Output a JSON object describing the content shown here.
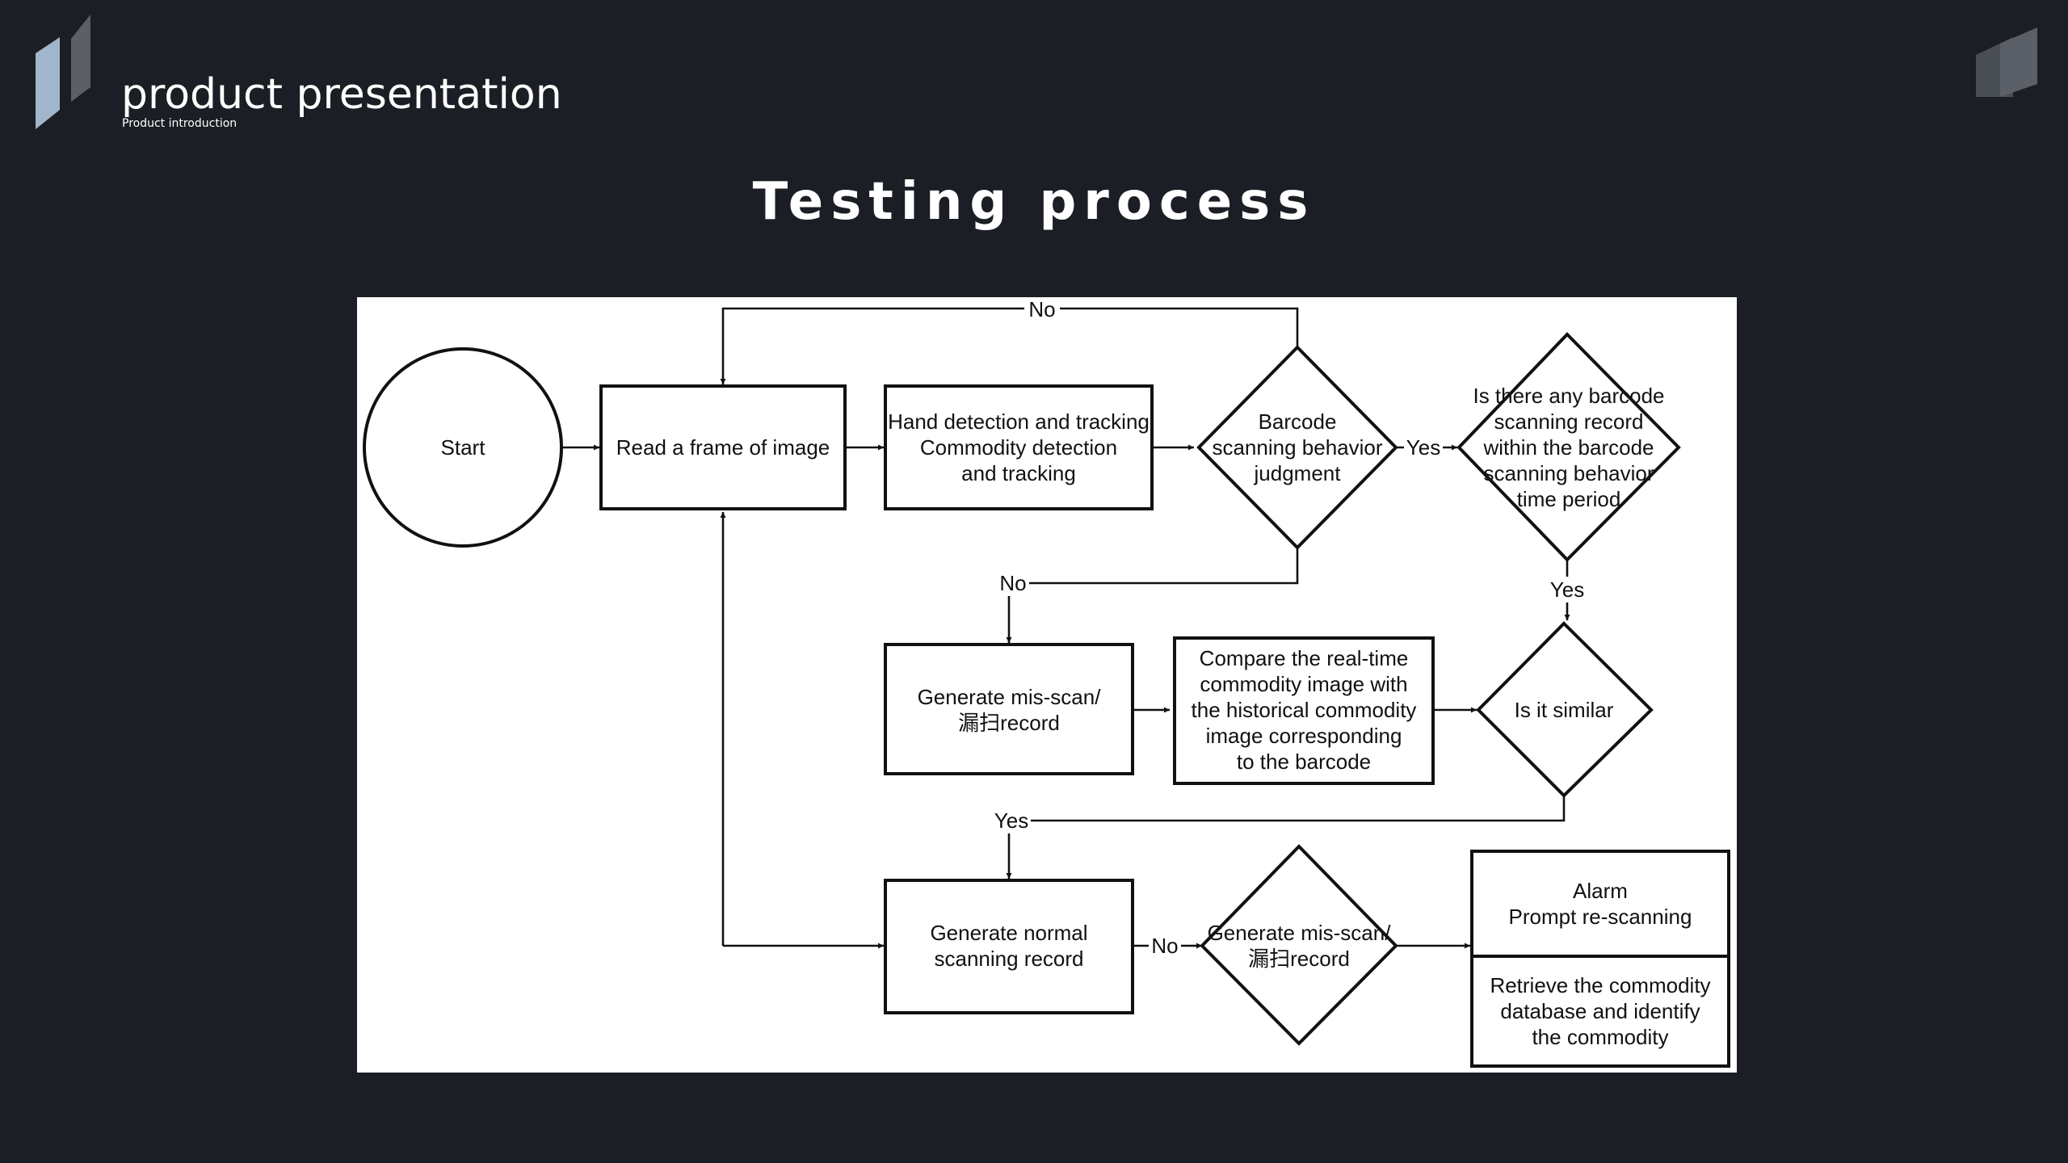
{
  "header": {
    "title": "product presentation",
    "subtitle": "Product introduction"
  },
  "slide": {
    "title": "Testing process"
  },
  "diagram": {
    "nodes": {
      "start": [
        "Start"
      ],
      "read_frame": [
        "Read a frame of image"
      ],
      "hand_detection": [
        "Hand detection and tracking",
        "Commodity detection",
        "and tracking"
      ],
      "barcode_judgment": [
        "Barcode",
        "scanning behavior",
        "judgment"
      ],
      "barcode_record_check": [
        "Is there any barcode",
        "scanning record",
        "within the barcode",
        "scanning behavior",
        "time period"
      ],
      "generate_misscan": [
        "Generate mis-scan/",
        "漏扫record"
      ],
      "compare_images": [
        "Compare the real-time",
        "commodity image with",
        "the historical commodity",
        "image corresponding",
        "to the barcode"
      ],
      "is_similar": [
        "Is it similar"
      ],
      "generate_normal": [
        "Generate normal",
        "scanning record"
      ],
      "generate_misscan_2": [
        "Generate mis-scan/",
        "漏扫record"
      ],
      "alarm": [
        "Alarm",
        "Prompt re-scanning"
      ],
      "retrieve_database": [
        "Retrieve the commodity",
        "database and identify",
        "the commodity"
      ]
    },
    "edge_labels": {
      "judgment_no_top": "No",
      "judgment_yes": "Yes",
      "judgment_no_down": "No",
      "record_yes": "Yes",
      "similar_yes": "Yes",
      "normal_no": "No"
    }
  },
  "colors": {
    "background": "#1b1e24",
    "panel": "#ffffff",
    "stroke": "#111111",
    "logo_blue": "#9fb6cc",
    "logo_gray": "#5b6068"
  }
}
